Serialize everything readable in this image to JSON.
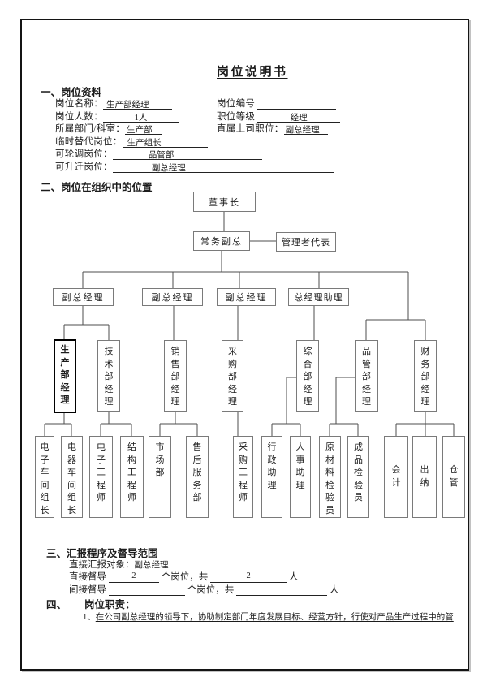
{
  "title": "岗位说明书",
  "section1": {
    "no": "一、",
    "heading": "岗位资料",
    "rows": [
      {
        "label": "岗位名称：",
        "value": "生产部经理"
      },
      {
        "label": "岗位编号",
        "value": ""
      },
      {
        "label": "岗位人数：",
        "value": "1人"
      },
      {
        "label": "职位等级",
        "value": "经理"
      },
      {
        "label": "所属部门/科室：",
        "value": "生产部"
      },
      {
        "label": "直属上司职位：",
        "value": "副总经理"
      },
      {
        "label": "临时替代岗位：",
        "value": "生产组长"
      },
      {
        "label": "可轮调岗位：",
        "value": "品管部"
      },
      {
        "label": "可升迁岗位：",
        "value": "副总经理"
      }
    ]
  },
  "section2": {
    "no": "二、",
    "heading": "岗位在组织中的位置"
  },
  "org": {
    "highlighted_node": "生产部经理",
    "level1": {
      "chairman": "董事长",
      "evp": "常务副总",
      "mgmt_rep": "管理者代表"
    },
    "level2": [
      "副总经理",
      "副总经理",
      "副总经理",
      "总经理助理"
    ],
    "level3": [
      "生产部经理",
      "技术部经理",
      "销售部经理",
      "采购部经理",
      "综合部经理",
      "品管部经理",
      "财务部经理"
    ],
    "level4": [
      "电子车间组长",
      "电器车间组长",
      "电子工程师",
      "结构工程师",
      "市场部",
      "售后服务部",
      "采购工程师",
      "行政助理",
      "人事助理",
      "原材料检验员",
      "成品检验员",
      "会计",
      "出纳",
      "仓管"
    ]
  },
  "section3": {
    "no": "三、",
    "heading": "汇报程序及督导范围",
    "report_to_label": "直接汇报对象：",
    "report_to_value": "副总经理",
    "direct_label": "直接督导",
    "direct_positions": "2",
    "direct_people": "2",
    "indirect_label": "间接督导",
    "indirect_positions": "",
    "indirect_people": "",
    "mid": "个岗位，共",
    "tail": "人"
  },
  "section4": {
    "no": "四、",
    "heading": "岗位职责：",
    "items": [
      {
        "num": "1、",
        "text": "在公司副总经理的领导下，协助制定部门年度发展目标、经营方针，行使对产品生产过程中的管"
      }
    ]
  }
}
